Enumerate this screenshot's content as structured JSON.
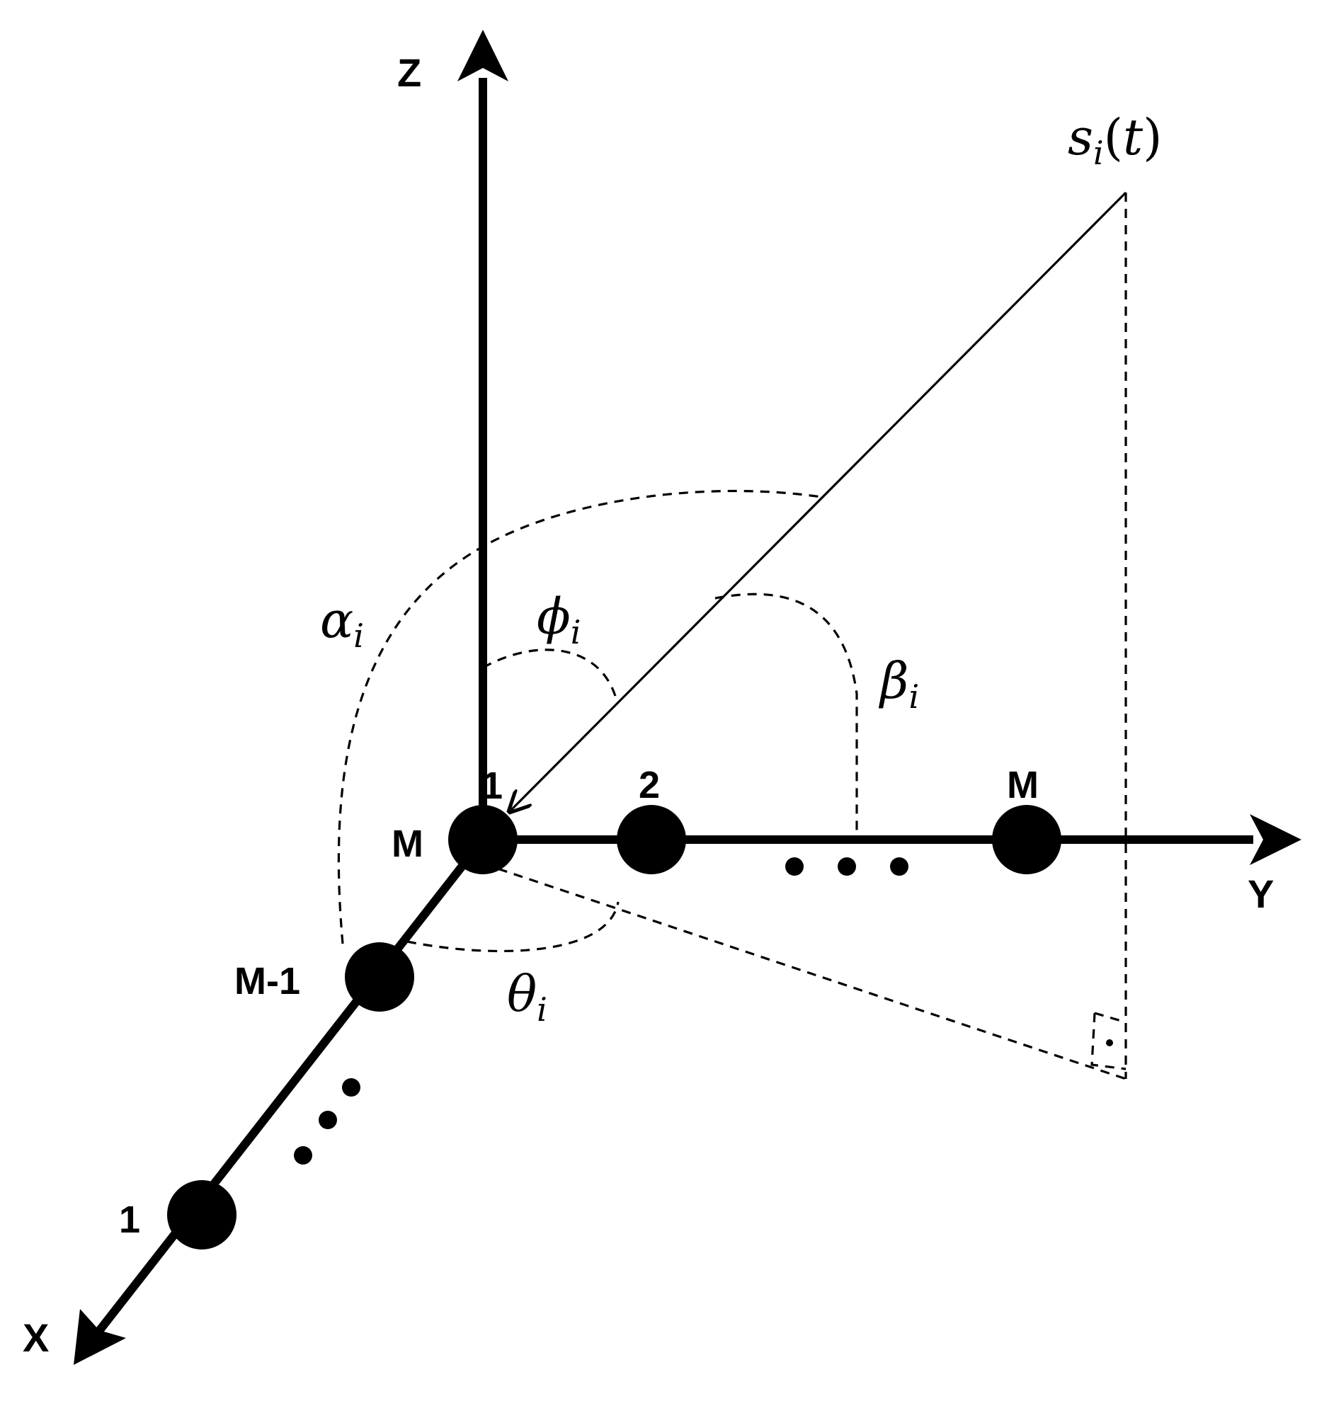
{
  "axes": {
    "z": "Z",
    "y": "Y",
    "x": "X"
  },
  "y_array": {
    "first": "1",
    "second": "2",
    "last": "M"
  },
  "x_array": {
    "origin": "M",
    "second_last": "M-1",
    "first": "1"
  },
  "angles": {
    "alpha": {
      "symbol": "α",
      "sub": "i"
    },
    "phi": {
      "symbol": "ϕ",
      "sub": "i"
    },
    "beta": {
      "symbol": "β",
      "sub": "i"
    },
    "theta": {
      "symbol": "θ",
      "sub": "i"
    }
  },
  "source": {
    "symbol": "s",
    "sub": "i",
    "open": "(",
    "arg": "t",
    "close": ")"
  },
  "colors": {
    "ink": "#000000",
    "background": "#ffffff"
  }
}
